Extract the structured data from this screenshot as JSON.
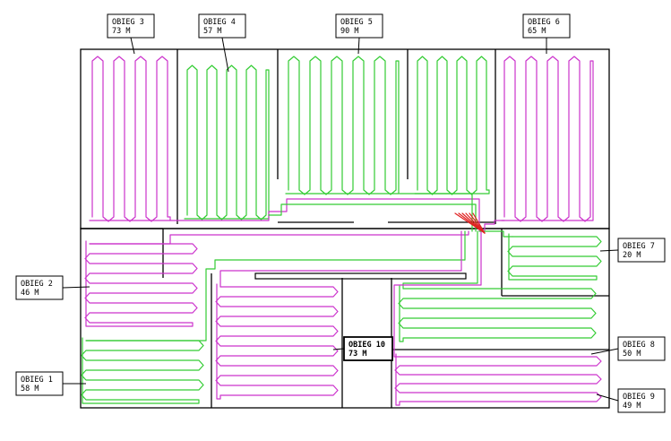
{
  "colors": {
    "pink": "#cc33cc",
    "green": "#33cc33",
    "red": "#e02020",
    "wall": "#000000"
  },
  "circuits": [
    {
      "id": "c1",
      "name": "OBIEG 1",
      "length": "58 M",
      "color": "green"
    },
    {
      "id": "c2",
      "name": "OBIEG 2",
      "length": "46 M",
      "color": "pink"
    },
    {
      "id": "c3",
      "name": "OBIEG 3",
      "length": "73 M",
      "color": "pink"
    },
    {
      "id": "c4",
      "name": "OBIEG 4",
      "length": "57 M",
      "color": "green"
    },
    {
      "id": "c5",
      "name": "OBIEG 5",
      "length": "90 M",
      "color": "green"
    },
    {
      "id": "c6",
      "name": "OBIEG 6",
      "length": "65 M",
      "color": "pink"
    },
    {
      "id": "c7",
      "name": "OBIEG 7",
      "length": "20 M",
      "color": "green"
    },
    {
      "id": "c8",
      "name": "OBIEG 8",
      "length": "50 M",
      "color": "green"
    },
    {
      "id": "c9",
      "name": "OBIEG 9",
      "length": "49 M",
      "color": "pink"
    },
    {
      "id": "c10",
      "name": "OBIEG 10",
      "length": "73 M",
      "color": "pink"
    }
  ]
}
